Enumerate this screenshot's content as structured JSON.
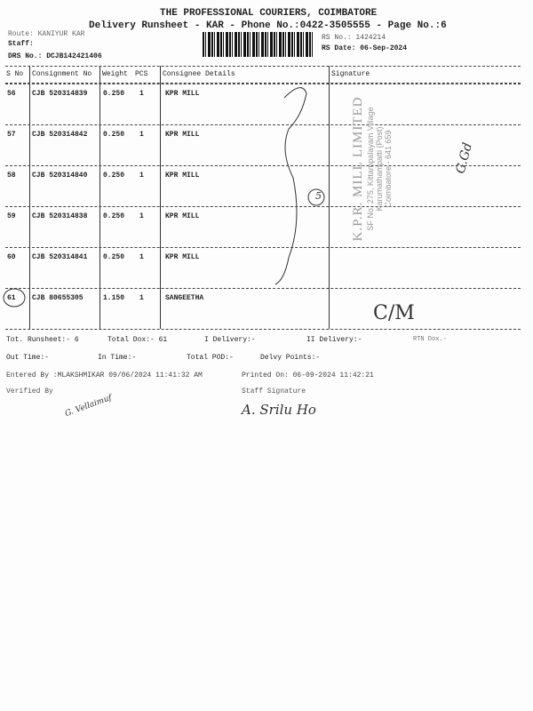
{
  "header": {
    "title": "THE PROFESSIONAL COURIERS, COIMBATORE",
    "subtitle": "Delivery Runsheet - KAR - Phone No.:0422-3505555 - Page No.:6",
    "route": "Route: KANIYUR KAR",
    "staff": "Staff:",
    "drs_no": "DRS No.: DCJB142421406",
    "rs_no": "RS No.: 1424214",
    "rs_date": "RS Date: 06-Sep-2024"
  },
  "table": {
    "columns": [
      "S No",
      "Consignment No",
      "Weight",
      "PCS",
      "Consignee Details",
      "Signature"
    ],
    "rows": [
      {
        "sno": "56",
        "consignment": "CJB 520314839",
        "weight": "0.250",
        "pcs": "1",
        "consignee": "KPR MILL"
      },
      {
        "sno": "57",
        "consignment": "CJB 520314842",
        "weight": "0.250",
        "pcs": "1",
        "consignee": "KPR MILL"
      },
      {
        "sno": "58",
        "consignment": "CJB 520314840",
        "weight": "0.250",
        "pcs": "1",
        "consignee": "KPR MILL"
      },
      {
        "sno": "59",
        "consignment": "CJB 520314838",
        "weight": "0.250",
        "pcs": "1",
        "consignee": "KPR MILL"
      },
      {
        "sno": "60",
        "consignment": "CJB 520314841",
        "weight": "0.250",
        "pcs": "1",
        "consignee": "KPR MILL"
      },
      {
        "sno": "61",
        "consignment": "CJB 80655305",
        "weight": "1.150",
        "pcs": "1",
        "consignee": "SANGEETHA"
      }
    ]
  },
  "stamp": {
    "name": "K.P.R. MILL LIMITED",
    "line1": "SF No. 275, Kittampalayam Village",
    "line2": "Karumathampatti (Post)",
    "line3": "Coimbatore - 641 659"
  },
  "handwriting": {
    "count": "5",
    "sig1": "G.Gd",
    "sig2": "C/M",
    "verified": "G. Vellaimuf",
    "staff_sig": "A. Srilu Ho"
  },
  "footer": {
    "tot_runsheet": "Tot. Runsheet:- 6",
    "total_dox": "Total Dox:-   61",
    "i_delivery": "I Delivery:-",
    "ii_delivery": "II Delivery:-",
    "rtn_dox": "RTN Dox.-",
    "out_time": "Out Time:-",
    "in_time": "In Time:-",
    "total_pod": "Total POD:-",
    "delvy_points": "Delvy Points:-",
    "entered_by": "Entered By :MLAKSHMIKAR 09/06/2024 11:41:32 AM",
    "printed_on": "Printed On: 06-09-2024 11:42:21",
    "verified_by": "Verified By",
    "staff_signature": "Staff Signature"
  }
}
